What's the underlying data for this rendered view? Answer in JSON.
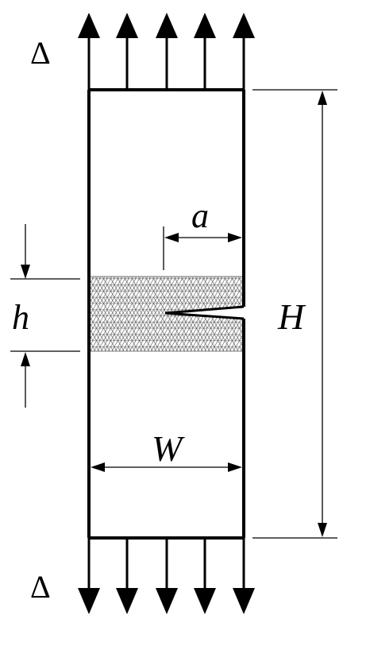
{
  "labels": {
    "delta_top": "Δ",
    "delta_bottom": "Δ",
    "crack_length": "a",
    "band_height": "h",
    "specimen_height": "H",
    "specimen_width": "W"
  },
  "colors": {
    "line": "#000000",
    "mesh": "#555555",
    "background": "#ffffff"
  }
}
